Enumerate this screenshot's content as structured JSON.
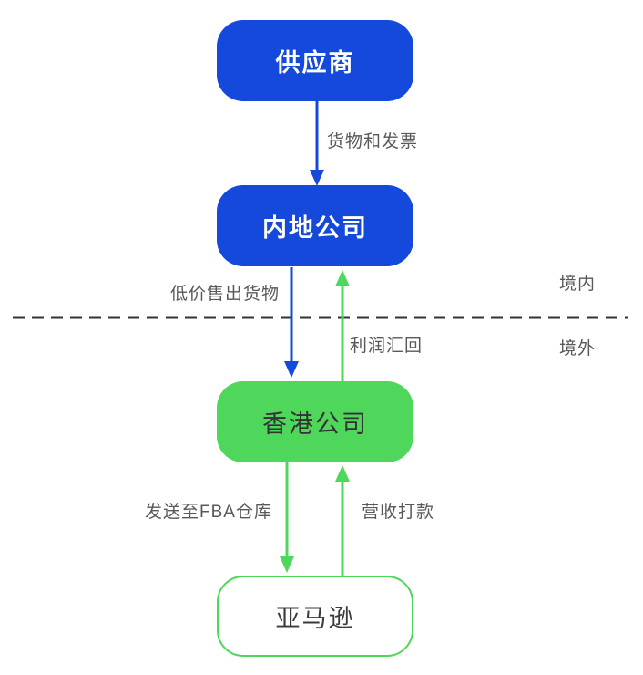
{
  "diagram": {
    "type": "flowchart",
    "colors": {
      "blue": "#1449db",
      "green": "#4ed75a",
      "label_gray": "#595959",
      "node_dark_text": "#333333",
      "dashed_line": "#333333",
      "background": "#ffffff"
    },
    "nodes": [
      {
        "id": "supplier",
        "label": "供应商",
        "fill": "blue",
        "text_color": "white"
      },
      {
        "id": "mainland-company",
        "label": "内地公司",
        "fill": "blue",
        "text_color": "white"
      },
      {
        "id": "hongkong-company",
        "label": "香港公司",
        "fill": "green",
        "text_color": "dark"
      },
      {
        "id": "amazon",
        "label": "亚马逊",
        "fill": "white",
        "border": "green",
        "text_color": "dark"
      }
    ],
    "edges": [
      {
        "from": "供应商",
        "to": "内地公司",
        "label": "货物和发票",
        "color": "blue",
        "direction": "down"
      },
      {
        "from": "内地公司",
        "to": "香港公司",
        "label": "低价售出货物",
        "color": "blue",
        "direction": "down"
      },
      {
        "from": "香港公司",
        "to": "内地公司",
        "label": "利润汇回",
        "color": "green",
        "direction": "up"
      },
      {
        "from": "香港公司",
        "to": "亚马逊",
        "label": "发送至FBA仓库",
        "color": "green",
        "direction": "down"
      },
      {
        "from": "亚马逊",
        "to": "香港公司",
        "label": "营收打款",
        "color": "green",
        "direction": "up"
      }
    ],
    "regions": {
      "domestic": "境内",
      "overseas": "境外"
    }
  }
}
